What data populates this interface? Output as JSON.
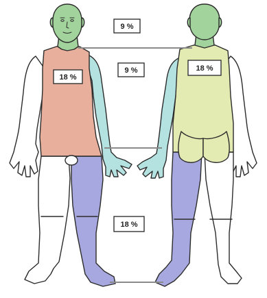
{
  "labels": {
    "head": "9 %",
    "arm": "9 %",
    "trunk_front": "18 %",
    "trunk_back": "18 %",
    "leg": "18 %"
  },
  "colors": {
    "head": "#a3d39c",
    "trunk_front": "#e8b09c",
    "arm": "#b3e2e0",
    "trunk_back": "#e4ebb2",
    "leg": "#a8a8e0",
    "outline": "#2b2b2b",
    "connector": "#8a8a8a",
    "label_border": "#333333",
    "label_bg": "#ffffff"
  }
}
